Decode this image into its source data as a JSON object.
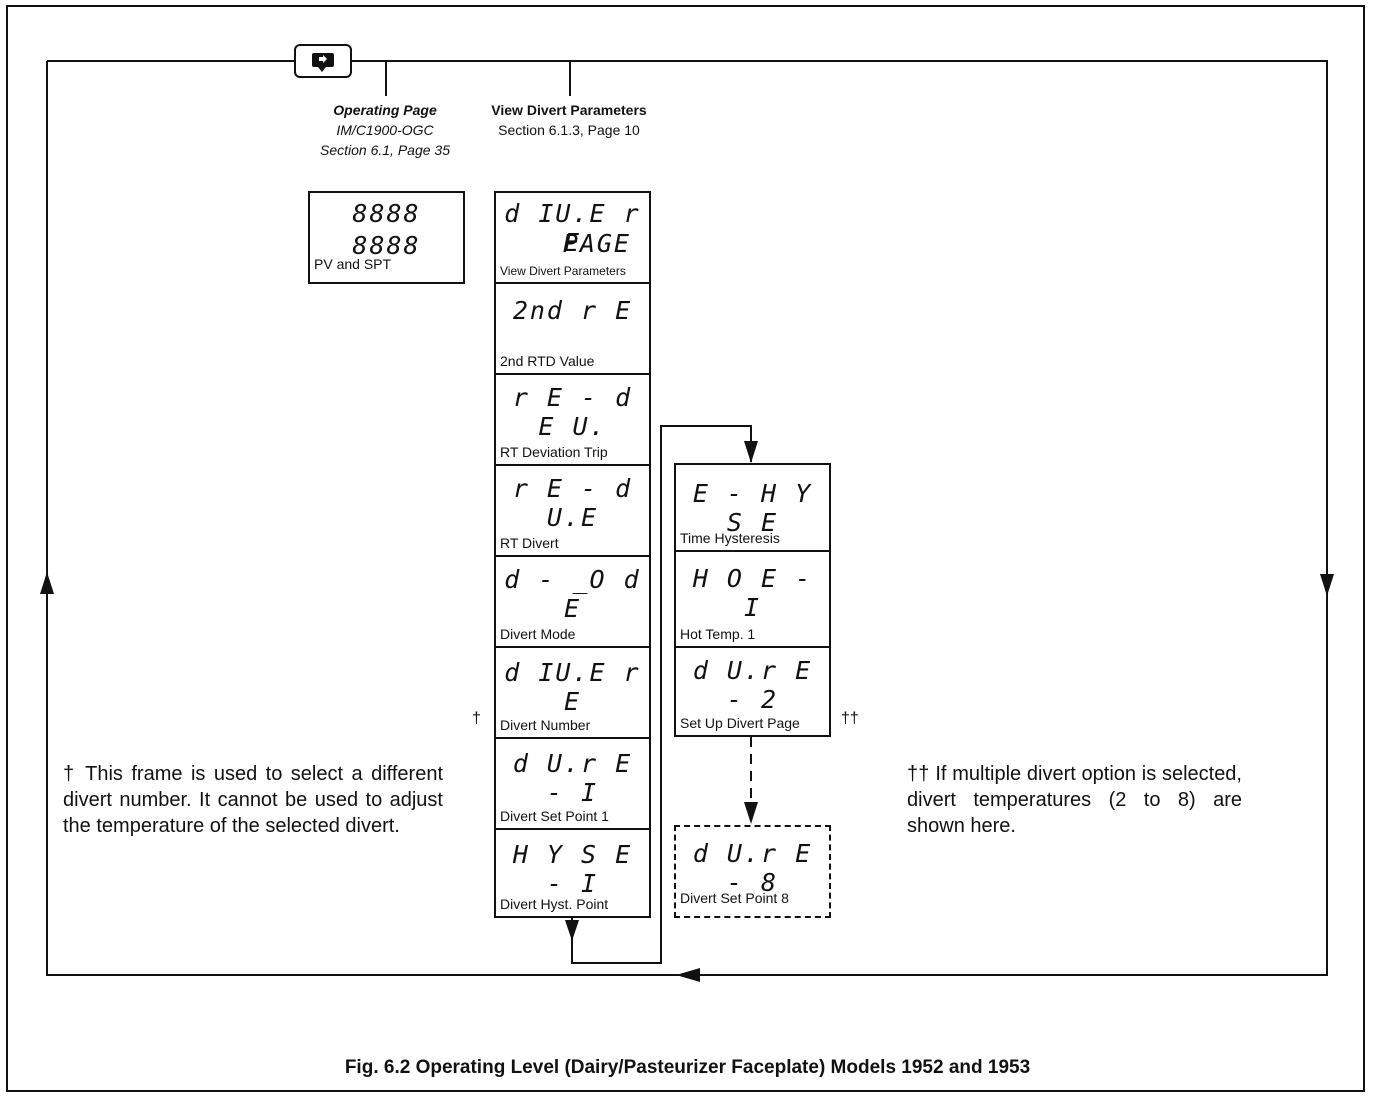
{
  "headers": {
    "operating_page": {
      "title": "Operating Page",
      "doc": "IM/C1900-OGC",
      "section": "Section 6.1, Page 35"
    },
    "view_divert": {
      "title": "View Divert Parameters",
      "section": "Section 6.1.3, Page 10"
    }
  },
  "pv_box": {
    "line1": "8888",
    "line2": "8888",
    "label": "PV and SPT"
  },
  "col1": [
    {
      "seg": "d IU.E r E",
      "seg2": "PAGE",
      "label": "View Divert Parameters"
    },
    {
      "seg": "2nd  r E",
      "label": "2nd RTD Value"
    },
    {
      "seg": "r E - d E U.",
      "label": "RT Deviation Trip"
    },
    {
      "seg": "r E - d U.E",
      "label": "RT Divert"
    },
    {
      "seg": "d - _O d E",
      "label": "Divert Mode"
    },
    {
      "seg": "d IU.E r E",
      "label": "Divert Number"
    },
    {
      "seg": "d U.r E - I",
      "label": "Divert Set Point 1"
    },
    {
      "seg": "H Y S E - I",
      "label": "Divert Hyst. Point"
    }
  ],
  "col2": [
    {
      "seg": "E - H Y S E",
      "label": "Time Hysteresis"
    },
    {
      "seg": "H O E - I",
      "label": "Hot Temp. 1"
    },
    {
      "seg": "d U.r E - 2",
      "label": "Set Up Divert Page"
    }
  ],
  "dashed_box": {
    "seg": "d U.r E - 8",
    "label": "Divert Set Point 8"
  },
  "dagger_single": "†",
  "dagger_double": "††",
  "note_left": "† This frame is used to select a different divert number. It cannot be used to adjust the temperature of the selected divert.",
  "note_right": "†† If multiple divert option is selected, divert temperatures (2 to 8) are shown here.",
  "caption": "Fig. 6.2 Operating Level (Dairy/Pasteurizer Faceplate) Models 1952 and 1953",
  "icon": "page-return-icon"
}
